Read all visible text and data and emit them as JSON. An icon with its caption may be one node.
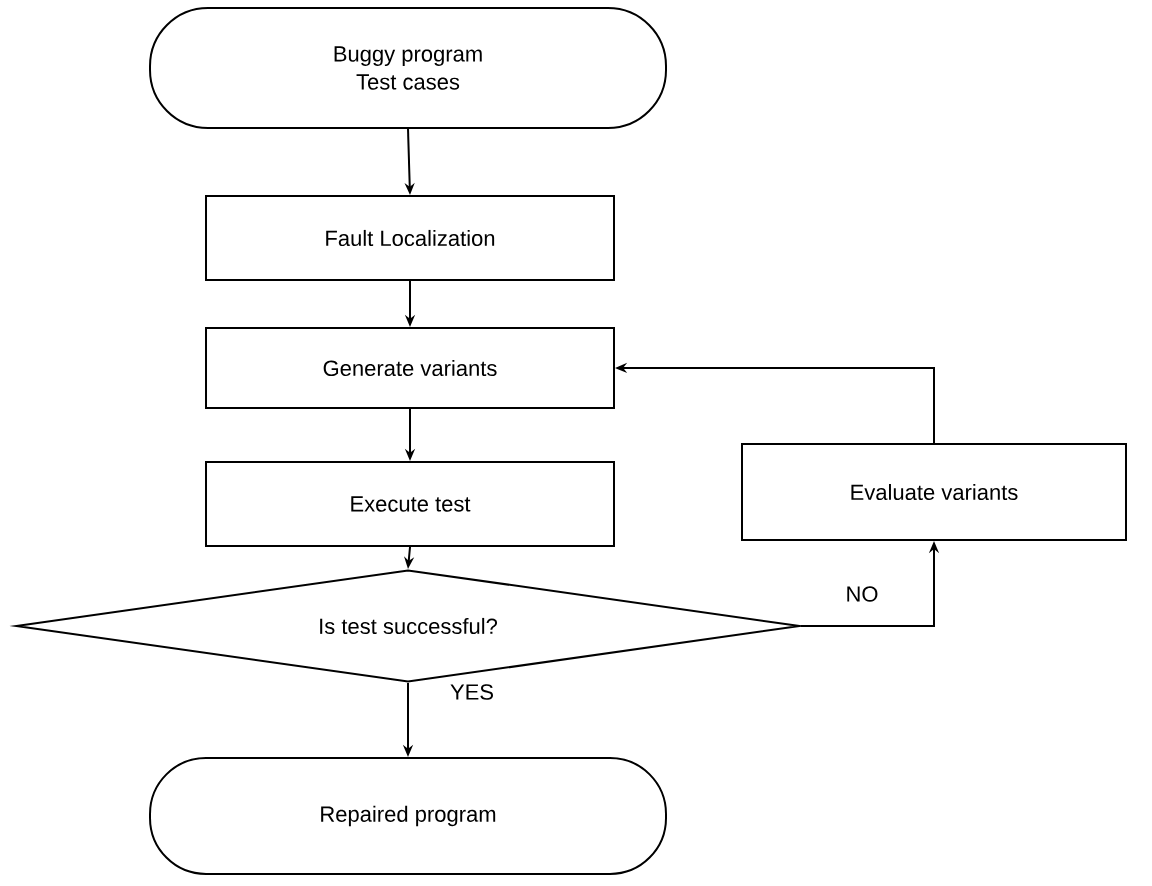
{
  "diagram": {
    "nodes": [
      {
        "text": [
          "Buggy program",
          "Test cases"
        ]
      },
      {
        "text": [
          "Fault Localization"
        ]
      },
      {
        "text": [
          "Generate variants"
        ]
      },
      {
        "text": [
          "Execute test"
        ]
      },
      {
        "text": [
          "Is test successful?"
        ]
      },
      {
        "text": [
          "Repaired program"
        ]
      },
      {
        "text": [
          "Evaluate variants"
        ]
      }
    ],
    "edges": [
      {
        "from": 0,
        "to": 1,
        "arrow": "to"
      },
      {
        "from": 1,
        "to": 2,
        "arrow": "to"
      },
      {
        "from": 2,
        "to": 3,
        "arrow": "to"
      },
      {
        "from": 3,
        "to": 4,
        "arrow": "to"
      },
      {
        "from": 4,
        "to": 5,
        "arrow": "to",
        "label": "YES"
      },
      {
        "from": 4,
        "to": 6,
        "arrow": "to",
        "label": "NO"
      },
      {
        "from": 6,
        "to": 2,
        "arrow": "to"
      }
    ]
  }
}
